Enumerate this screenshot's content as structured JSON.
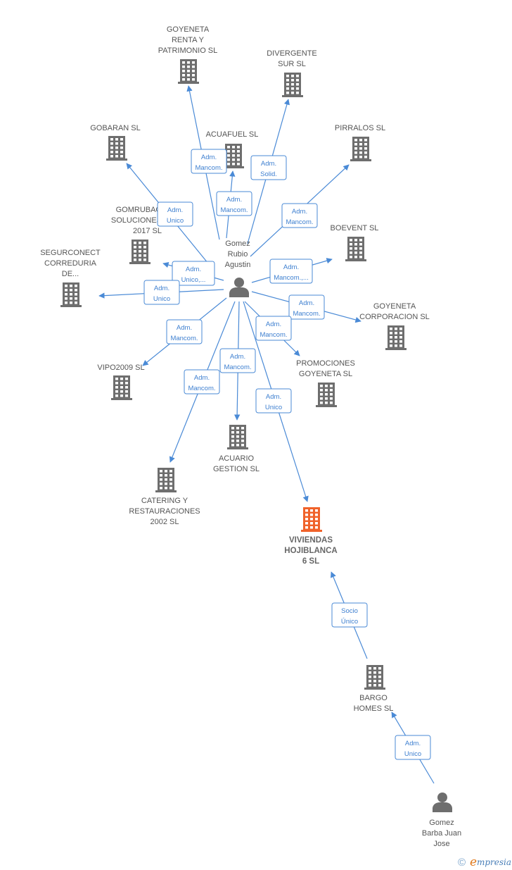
{
  "colors": {
    "edge": "#4a8ad6",
    "company": "#6e6e6e",
    "focus_company": "#f0622a",
    "person": "#6e6e6e",
    "label": "#555555"
  },
  "nodes": [
    {
      "id": "gomez-rubio",
      "kind": "person",
      "lines": [
        "Gomez",
        "Rubio",
        "Agustin"
      ]
    },
    {
      "id": "goyeneta-renta",
      "kind": "company",
      "lines": [
        "GOYENETA",
        "RENTA Y",
        "PATRIMONIO  SL"
      ]
    },
    {
      "id": "divergente",
      "kind": "company",
      "lines": [
        "DIVERGENTE",
        "SUR  SL"
      ]
    },
    {
      "id": "gobaran",
      "kind": "company",
      "lines": [
        "GOBARAN SL"
      ]
    },
    {
      "id": "acuafuel",
      "kind": "company",
      "lines": [
        "ACUAFUEL  SL"
      ]
    },
    {
      "id": "pirralos",
      "kind": "company",
      "lines": [
        "PIRRALOS SL"
      ]
    },
    {
      "id": "gomrubag",
      "kind": "company",
      "lines": [
        "GOMRUBAG",
        "SOLUCIONES",
        "2017  SL"
      ]
    },
    {
      "id": "boevent",
      "kind": "company",
      "lines": [
        "BOEVENT SL"
      ]
    },
    {
      "id": "segurconect",
      "kind": "company",
      "lines": [
        "SEGURCONECT",
        "CORREDURIA",
        "DE..."
      ]
    },
    {
      "id": "goyeneta-corp",
      "kind": "company",
      "lines": [
        "GOYENETA",
        "CORPORACION SL"
      ]
    },
    {
      "id": "vipo2009",
      "kind": "company",
      "lines": [
        "VIPO2009 SL"
      ]
    },
    {
      "id": "promociones",
      "kind": "company",
      "lines": [
        "PROMOCIONES",
        "GOYENETA SL"
      ]
    },
    {
      "id": "acuario",
      "kind": "company",
      "lines": [
        "ACUARIO",
        "GESTION  SL"
      ]
    },
    {
      "id": "catering",
      "kind": "company",
      "lines": [
        "CATERING Y",
        "RESTAURACIONES",
        "2002 SL"
      ]
    },
    {
      "id": "viviendas",
      "kind": "focus",
      "lines": [
        "VIVIENDAS",
        "HOJIBLANCA",
        "6  SL"
      ]
    },
    {
      "id": "bargo",
      "kind": "company",
      "lines": [
        "BARGO",
        "HOMES  SL"
      ]
    },
    {
      "id": "gomez-barba",
      "kind": "person",
      "lines": [
        "Gomez",
        "Barba Juan",
        "Jose"
      ]
    }
  ],
  "edges": [
    {
      "from": "gomez-rubio",
      "to": "goyeneta-renta",
      "lines": [
        "Adm.",
        "Mancom."
      ]
    },
    {
      "from": "gomez-rubio",
      "to": "divergente",
      "lines": [
        "Adm.",
        "Solid."
      ]
    },
    {
      "from": "gomez-rubio",
      "to": "gobaran",
      "lines": [
        "Adm.",
        "Unico"
      ]
    },
    {
      "from": "gomez-rubio",
      "to": "acuafuel",
      "lines": [
        "Adm.",
        "Mancom."
      ]
    },
    {
      "from": "gomez-rubio",
      "to": "pirralos",
      "lines": [
        "Adm.",
        "Mancom."
      ]
    },
    {
      "from": "gomez-rubio",
      "to": "gomrubag",
      "lines": [
        "Adm.",
        "Unico,..."
      ]
    },
    {
      "from": "gomez-rubio",
      "to": "boevent",
      "lines": [
        "Adm.",
        "Mancom.,..."
      ]
    },
    {
      "from": "gomez-rubio",
      "to": "segurconect",
      "lines": [
        "Adm.",
        "Unico"
      ]
    },
    {
      "from": "gomez-rubio",
      "to": "goyeneta-corp",
      "lines": [
        "Adm.",
        "Mancom."
      ]
    },
    {
      "from": "gomez-rubio",
      "to": "vipo2009",
      "lines": [
        "Adm.",
        "Mancom."
      ]
    },
    {
      "from": "gomez-rubio",
      "to": "promociones",
      "lines": [
        "Adm.",
        "Mancom."
      ]
    },
    {
      "from": "gomez-rubio",
      "to": "acuario",
      "lines": [
        "Adm.",
        "Mancom."
      ]
    },
    {
      "from": "gomez-rubio",
      "to": "catering",
      "lines": [
        "Adm.",
        "Mancom."
      ]
    },
    {
      "from": "gomez-rubio",
      "to": "viviendas",
      "lines": [
        "Adm.",
        "Unico"
      ]
    },
    {
      "from": "bargo",
      "to": "viviendas",
      "lines": [
        "Socio",
        "Único"
      ]
    },
    {
      "from": "gomez-barba",
      "to": "bargo",
      "lines": [
        "Adm.",
        "Unico"
      ]
    }
  ],
  "brand": {
    "symbol": "©",
    "initial": "e",
    "rest": "mpresia"
  }
}
